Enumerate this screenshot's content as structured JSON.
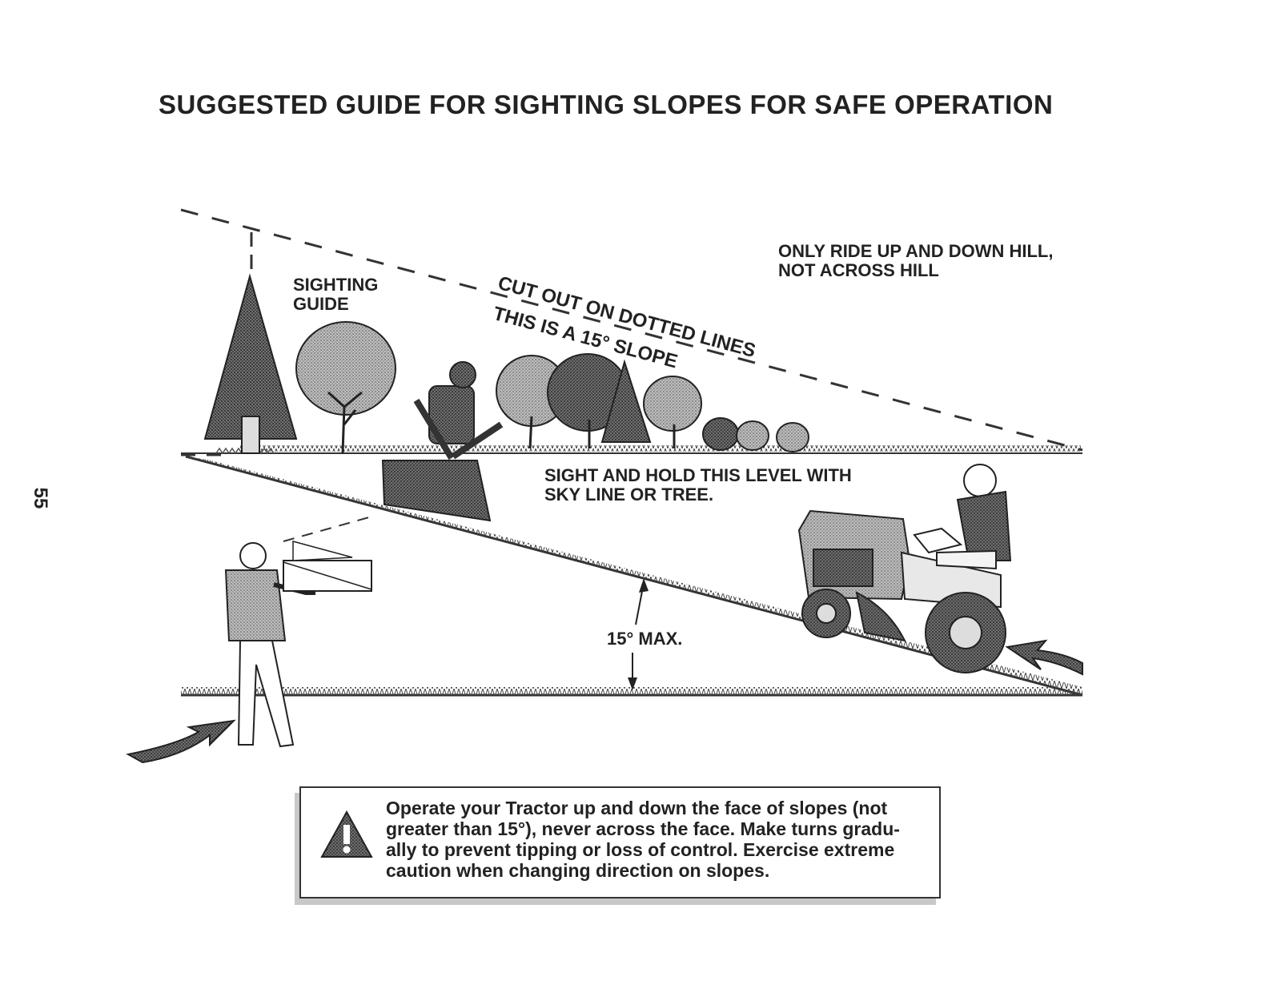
{
  "page": {
    "title": "SUGGESTED GUIDE FOR SIGHTING SLOPES FOR SAFE OPERATION",
    "page_number": "55"
  },
  "diagram": {
    "sighting_guide_label": [
      "SIGHTING",
      "GUIDE"
    ],
    "cut_out_label": "CUT OUT ON DOTTED LINES",
    "slope_label": "THIS IS A 15° SLOPE",
    "ride_instruction": [
      "ONLY RIDE UP AND DOWN HILL,",
      "NOT ACROSS HILL"
    ],
    "sight_instruction": [
      "SIGHT AND HOLD THIS LEVEL WITH",
      "SKY LINE OR TREE."
    ],
    "max_angle_label": "15° MAX."
  },
  "warning": {
    "icon": "warning-triangle-icon",
    "lines": [
      "Operate your Tractor up and down the face of slopes (not",
      "greater than 15°), never across the face. Make turns gradu-",
      "ally to prevent tipping or loss of control. Exercise extreme",
      "caution when changing direction on slopes."
    ]
  }
}
